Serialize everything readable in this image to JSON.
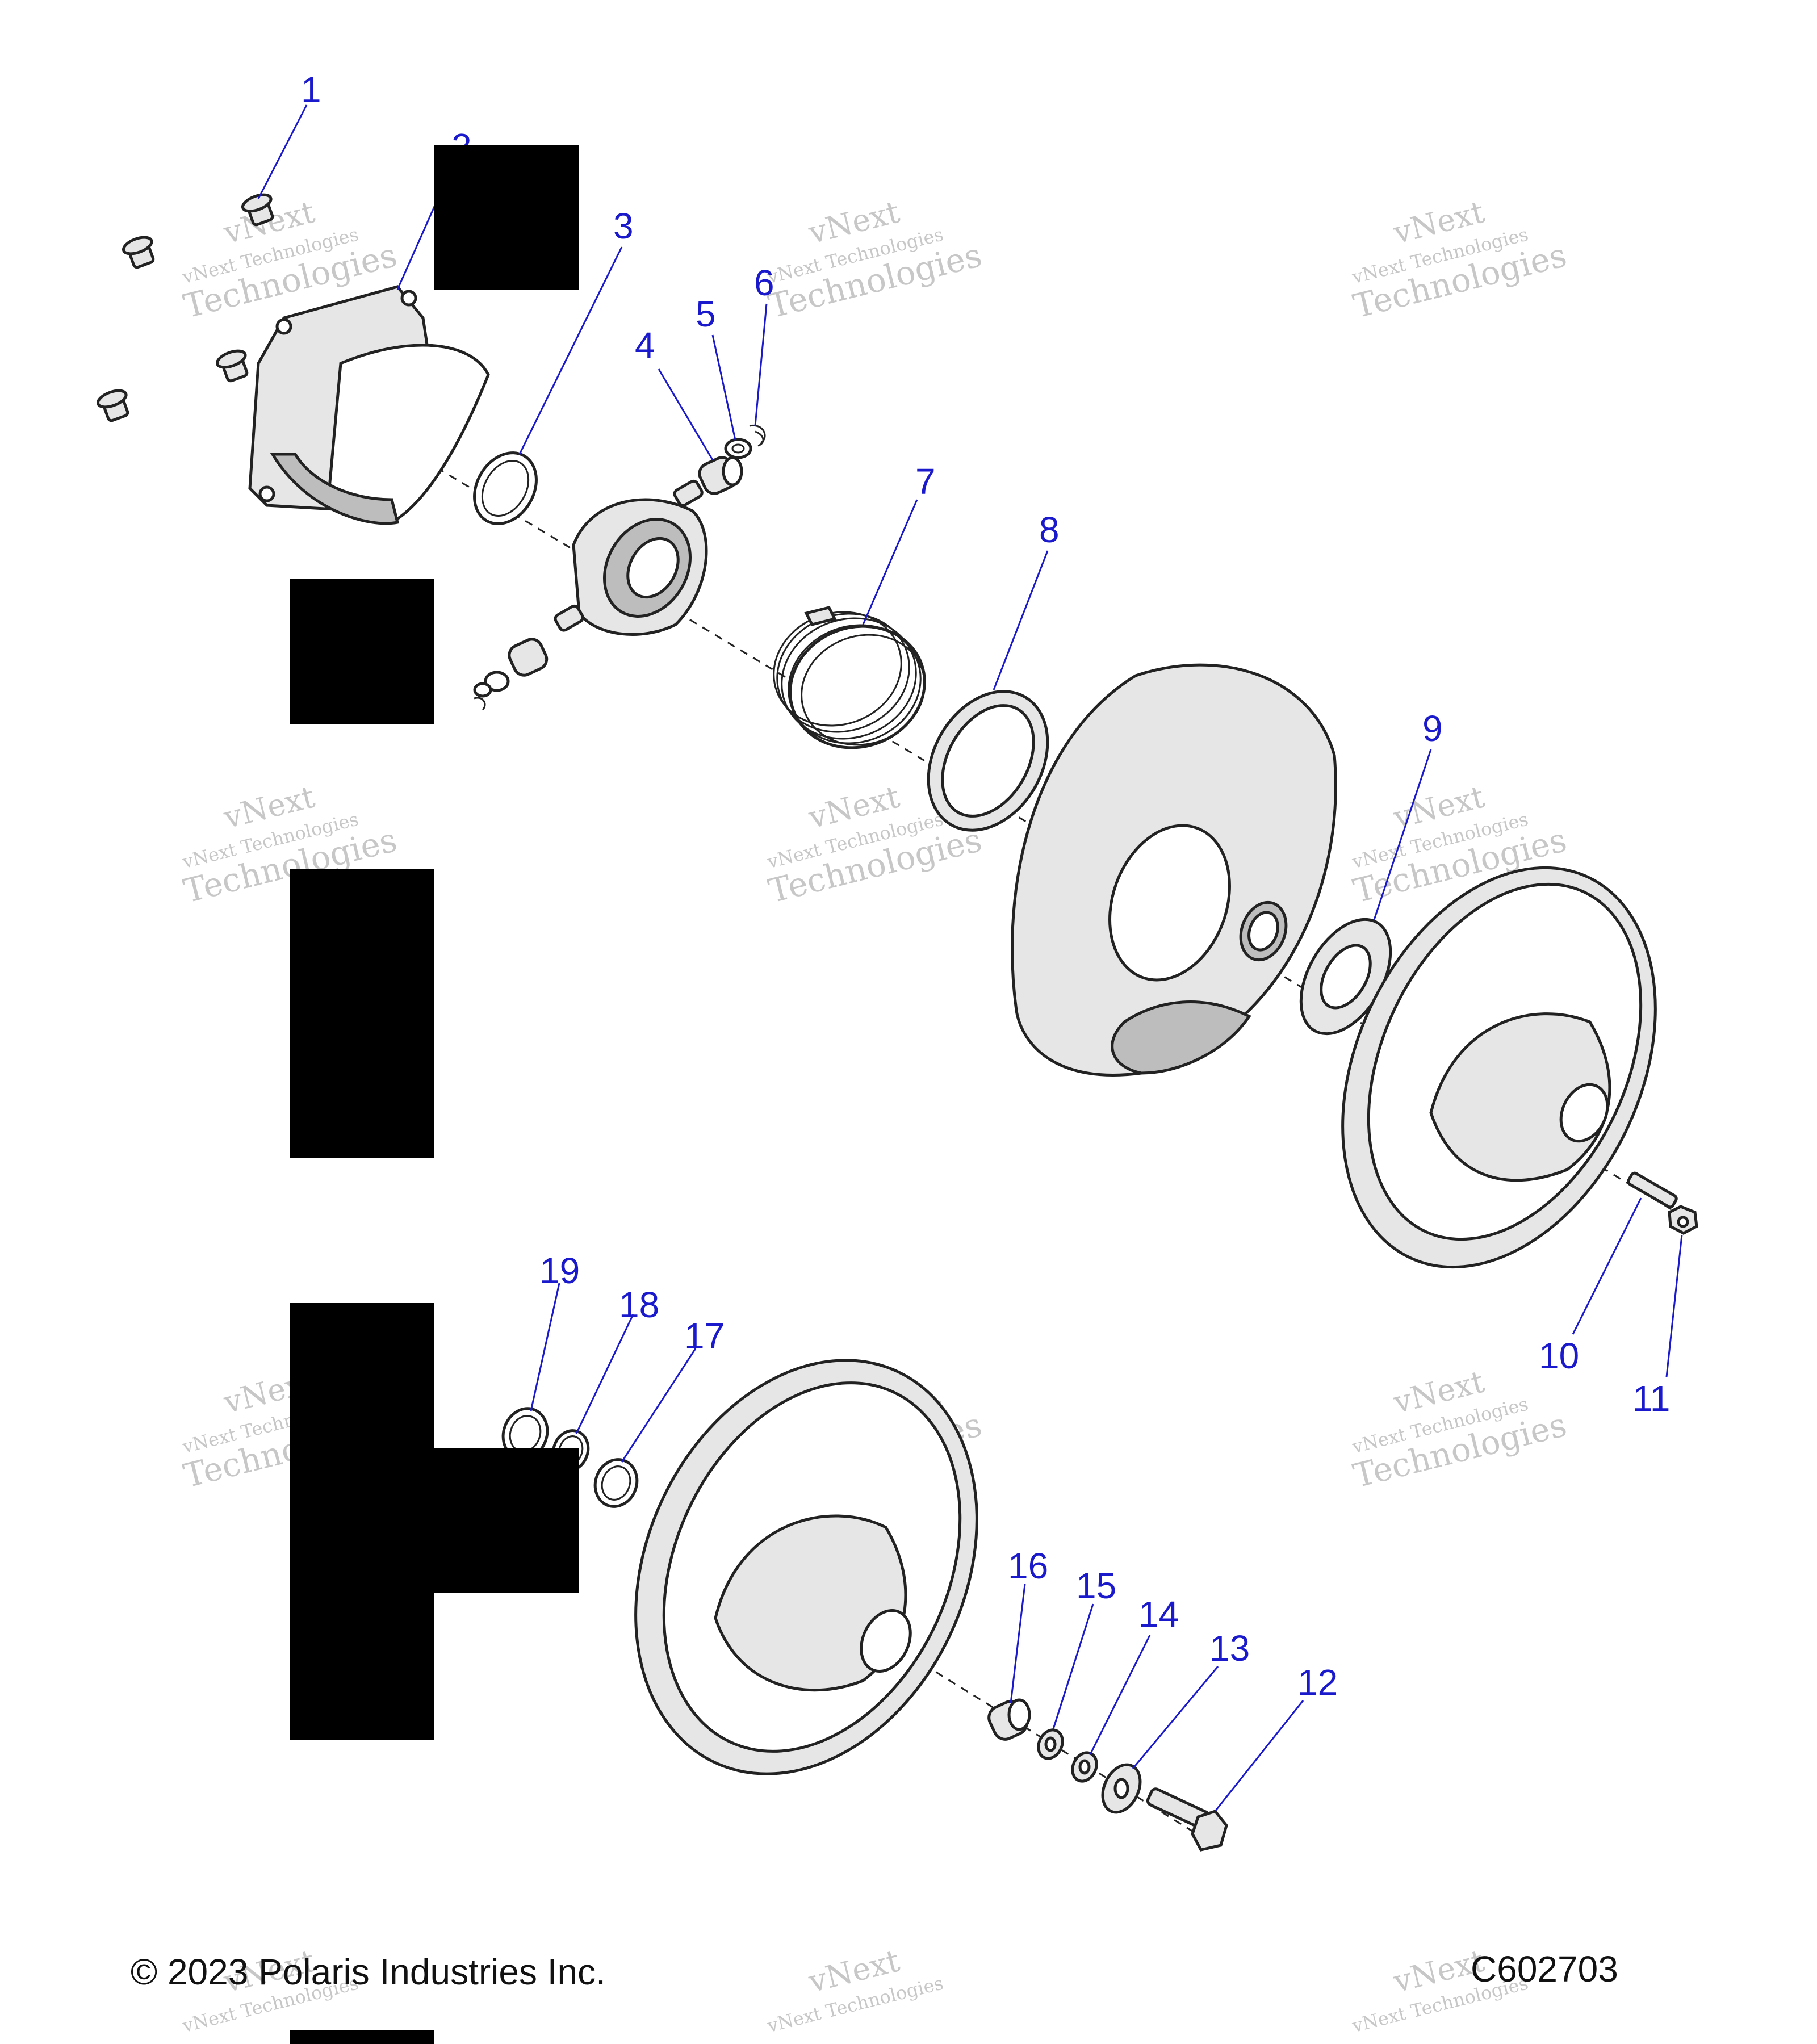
{
  "diagram": {
    "callouts": [
      "1",
      "2",
      "3",
      "4",
      "5",
      "6",
      "7",
      "8",
      "9",
      "10",
      "11",
      "12",
      "13",
      "14",
      "15",
      "16",
      "17",
      "18",
      "19"
    ],
    "watermark": {
      "line1": "vNext",
      "line2": "vNext Technologies",
      "line3": "Technologies"
    },
    "footer": {
      "copyright": "© 2023 Polaris Industries Inc.",
      "figure_id": "C602703"
    },
    "colors": {
      "callout": "#1a1acc",
      "line": "#222222",
      "part_fill": "#e6e6e6",
      "redaction": "#000000"
    }
  }
}
